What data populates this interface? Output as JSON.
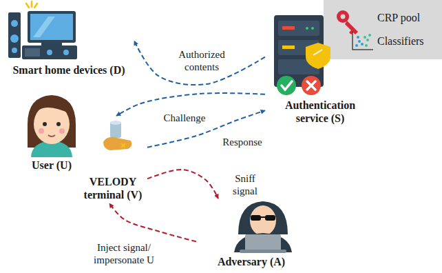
{
  "diagram": {
    "nodes": [
      {
        "text": [
          "Smart home devices (D)"
        ]
      },
      {
        "text": [
          "CRP pool",
          "Classifiers"
        ]
      },
      {
        "text": [
          "Authentication service (S)"
        ]
      },
      {
        "text": [
          "User (U)"
        ]
      },
      {
        "text": [
          "VELODY terminal (V)"
        ]
      },
      {
        "text": [
          "Adversary (A)"
        ]
      }
    ],
    "edges": [
      {
        "from": 2,
        "to": 0,
        "label": "Authorized contents",
        "arrow": "to"
      },
      {
        "from": 2,
        "to": 4,
        "label": "Challenge",
        "arrow": "to"
      },
      {
        "from": 4,
        "to": 2,
        "label": "Response",
        "arrow": "to"
      },
      {
        "from": 4,
        "to": 5,
        "label": "Sniff signal",
        "arrow": "to"
      },
      {
        "from": 5,
        "to": 4,
        "label": "Inject signal/ impersonate U",
        "arrow": "to"
      }
    ]
  }
}
